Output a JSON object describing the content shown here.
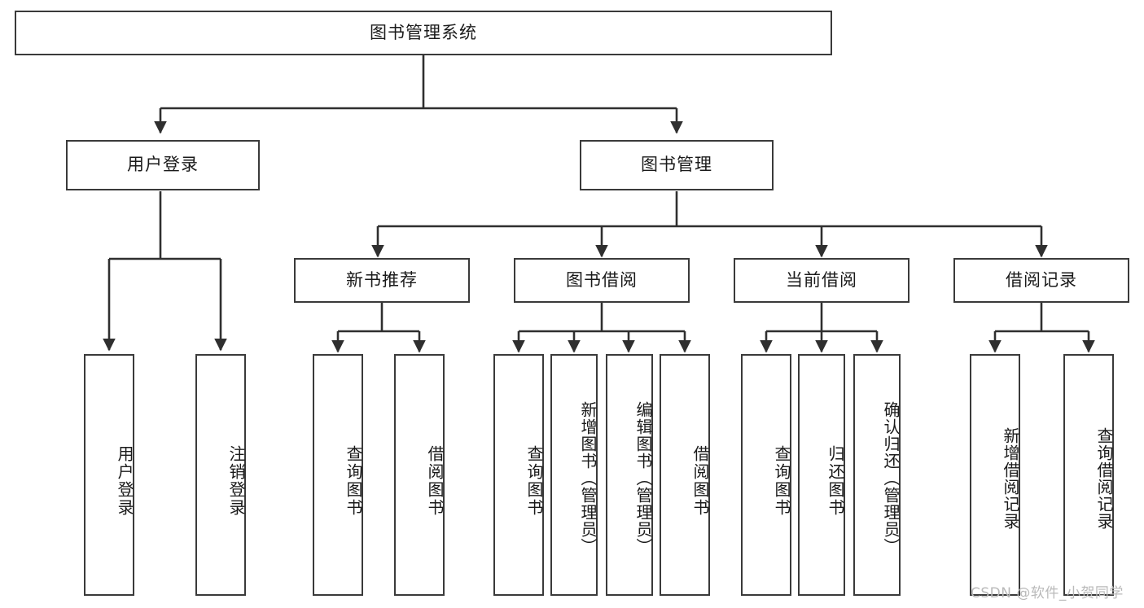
{
  "diagram": {
    "type": "tree",
    "title": "图书管理系统",
    "root": {
      "label": "图书管理系统"
    },
    "level2": [
      {
        "label": "用户登录"
      },
      {
        "label": "图书管理"
      }
    ],
    "level3": [
      {
        "label": "新书推荐"
      },
      {
        "label": "图书借阅"
      },
      {
        "label": "当前借阅"
      },
      {
        "label": "借阅记录"
      }
    ],
    "leaves": {
      "user_login": [
        {
          "label": "用户登录"
        },
        {
          "label": "注销登录"
        }
      ],
      "new_book_recommend": [
        {
          "label": "查询图书"
        },
        {
          "label": "借阅图书"
        }
      ],
      "book_borrow": [
        {
          "label": "查询图书"
        },
        {
          "label": "新增图书（管理员）"
        },
        {
          "label": "编辑图书（管理员）"
        },
        {
          "label": "借阅图书"
        }
      ],
      "current_borrow": [
        {
          "label": "查询图书"
        },
        {
          "label": "归还图书"
        },
        {
          "label": "确认归还（管理员）"
        }
      ],
      "borrow_record": [
        {
          "label": "新增借阅记录"
        },
        {
          "label": "查询借阅记录"
        }
      ]
    }
  },
  "watermark": {
    "text": "CSDN @软件_小贺同学"
  },
  "colors": {
    "box_border": "#3a3a3a",
    "box_fill": "#ffffff",
    "connector": "#2f2f2f",
    "text": "#1a1a1a",
    "watermark": "#b9b9b9",
    "background": "#ffffff"
  }
}
